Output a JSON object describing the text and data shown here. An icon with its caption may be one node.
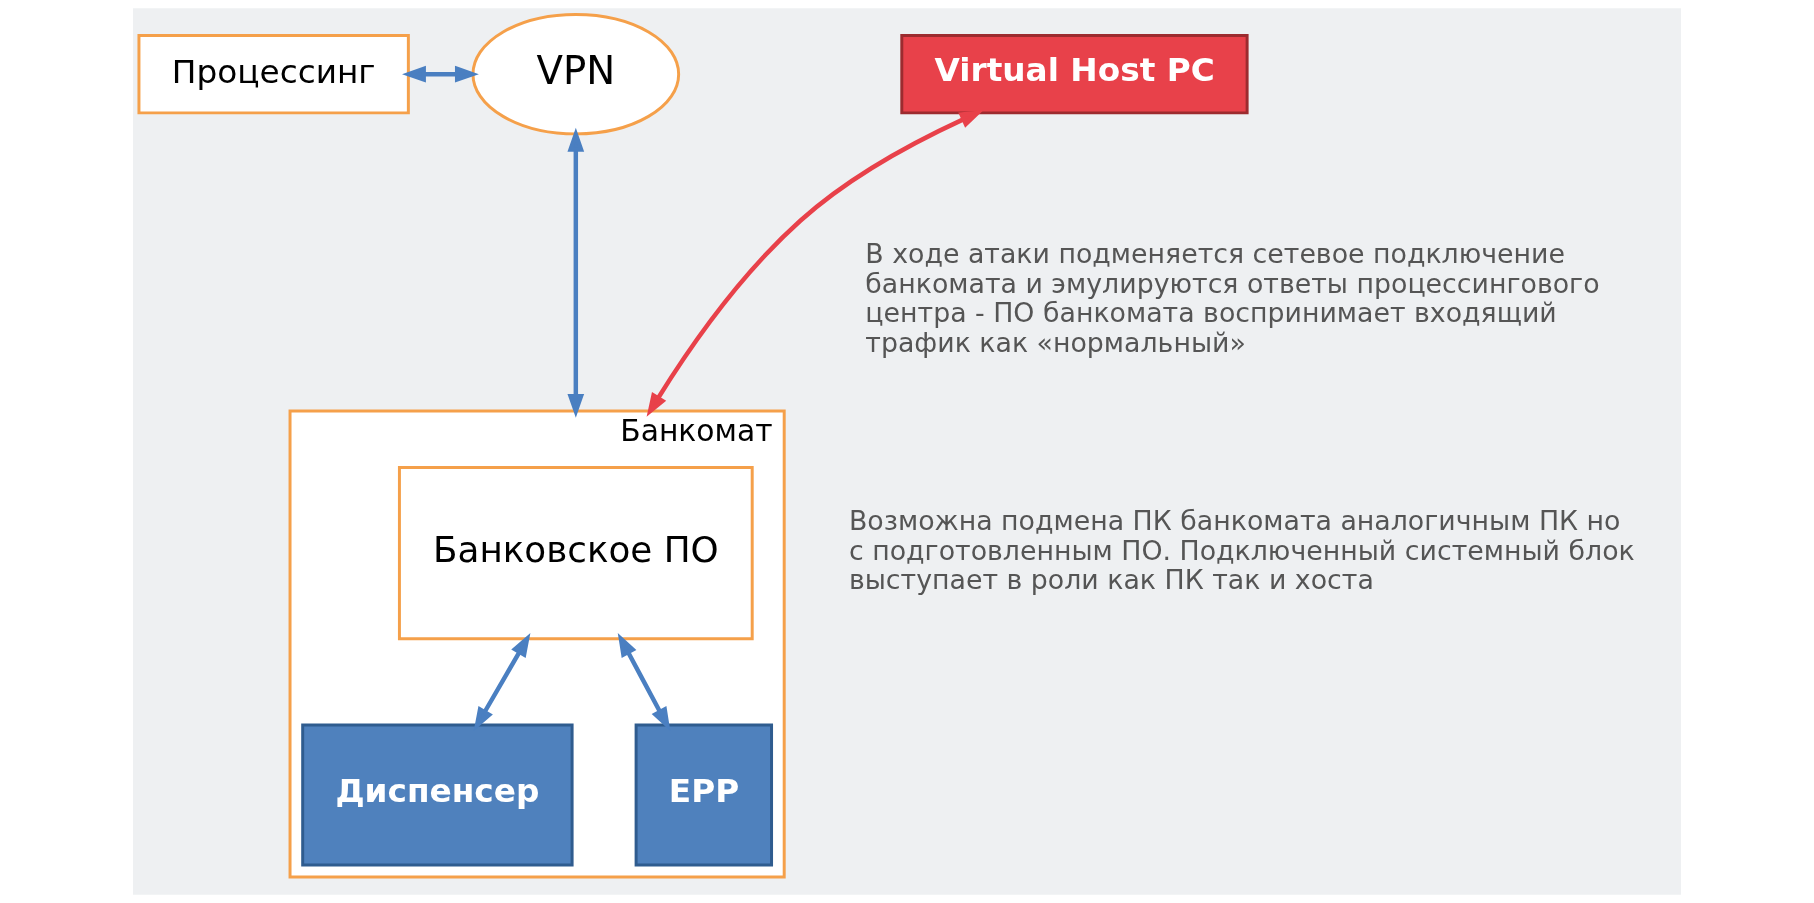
{
  "diagram": {
    "nodes": [
      {
        "text": [
          "Процессинг"
        ]
      },
      {
        "text": [
          "VPN"
        ]
      },
      {
        "text": [
          "Банкомат"
        ]
      },
      {
        "text": [
          "Банковское ПО"
        ],
        "in": 2
      },
      {
        "text": [
          "Virtual Host PC"
        ]
      },
      {
        "text": [
          "Диспенсер"
        ],
        "in": 2
      },
      {
        "text": [
          "EPP"
        ],
        "in": 2
      }
    ],
    "edges": [
      {
        "from": 0,
        "to": 1,
        "arrow": "both"
      },
      {
        "from": 1,
        "to": 2,
        "arrow": "both"
      },
      {
        "from": 4,
        "to": 2,
        "arrow": "both",
        "color": "#e8414a"
      },
      {
        "from": 3,
        "to": 5,
        "arrow": "both"
      },
      {
        "from": 3,
        "to": 6,
        "arrow": "both"
      }
    ],
    "labels": [
      "В ходе атаки подменяется сетевое подключение банкомата и эмулируются ответы процессингового центра - ПО банкомата воспринимает входящий трафик как «нормальный»",
      "Возможна подмена ПК банкомата аналогичным ПК но с подготовленным ПО. Подключенный системный блок выступает в роли как ПК так и хоста"
    ]
  }
}
